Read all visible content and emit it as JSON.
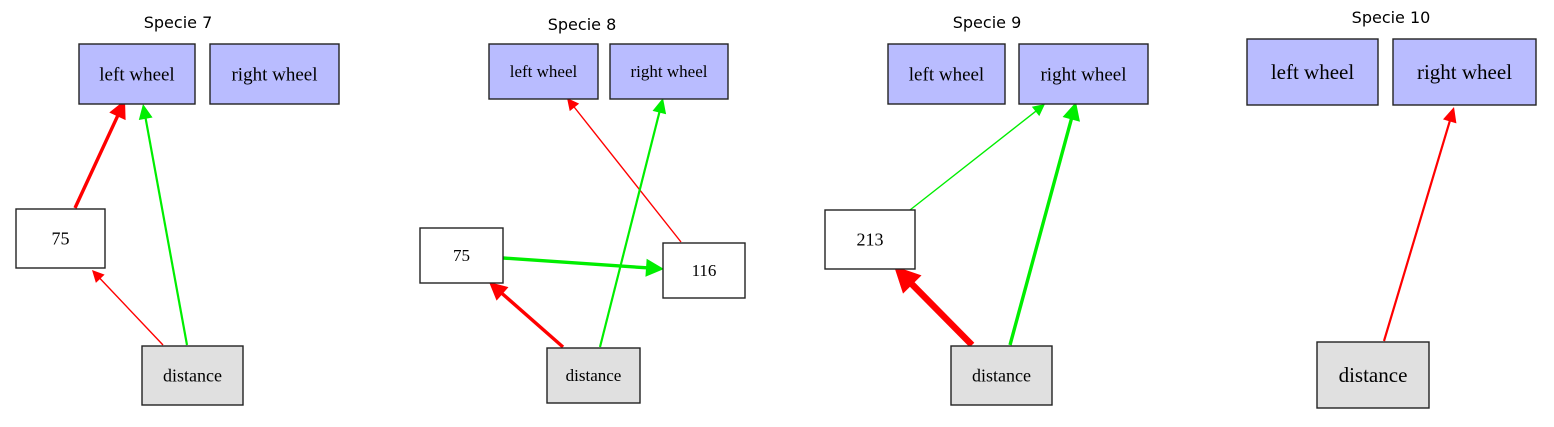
{
  "colors": {
    "output_fill": "#b9bcff",
    "input_fill": "#e0e0e0",
    "hidden_fill": "#ffffff",
    "positive_edge": "#00ee00",
    "negative_edge": "#ff0000"
  },
  "diagrams": [
    {
      "title": "Specie 7",
      "nodes": [
        {
          "id": "lw",
          "label": "left wheel",
          "kind": "output"
        },
        {
          "id": "rw",
          "label": "right wheel",
          "kind": "output"
        },
        {
          "id": "h75",
          "label": "75",
          "kind": "hidden"
        },
        {
          "id": "d",
          "label": "distance",
          "kind": "input"
        }
      ],
      "edges": [
        {
          "from": "h75",
          "to": "lw",
          "sign": "negative",
          "weight": "strong"
        },
        {
          "from": "d",
          "to": "lw",
          "sign": "positive",
          "weight": "medium"
        },
        {
          "from": "d",
          "to": "h75",
          "sign": "negative",
          "weight": "weak"
        }
      ]
    },
    {
      "title": "Specie 8",
      "nodes": [
        {
          "id": "lw",
          "label": "left wheel",
          "kind": "output"
        },
        {
          "id": "rw",
          "label": "right wheel",
          "kind": "output"
        },
        {
          "id": "h75",
          "label": "75",
          "kind": "hidden"
        },
        {
          "id": "h116",
          "label": "116",
          "kind": "hidden"
        },
        {
          "id": "d",
          "label": "distance",
          "kind": "input"
        }
      ],
      "edges": [
        {
          "from": "h116",
          "to": "lw",
          "sign": "negative",
          "weight": "weak"
        },
        {
          "from": "d",
          "to": "rw",
          "sign": "positive",
          "weight": "medium"
        },
        {
          "from": "h75",
          "to": "h116",
          "sign": "positive",
          "weight": "strong"
        },
        {
          "from": "d",
          "to": "h75",
          "sign": "negative",
          "weight": "strong"
        }
      ]
    },
    {
      "title": "Specie 9",
      "nodes": [
        {
          "id": "lw",
          "label": "left wheel",
          "kind": "output"
        },
        {
          "id": "rw",
          "label": "right wheel",
          "kind": "output"
        },
        {
          "id": "h213",
          "label": "213",
          "kind": "hidden"
        },
        {
          "id": "d",
          "label": "distance",
          "kind": "input"
        }
      ],
      "edges": [
        {
          "from": "h213",
          "to": "rw",
          "sign": "positive",
          "weight": "weak"
        },
        {
          "from": "d",
          "to": "rw",
          "sign": "positive",
          "weight": "strong"
        },
        {
          "from": "d",
          "to": "h213",
          "sign": "negative",
          "weight": "heavy"
        }
      ]
    },
    {
      "title": "Specie 10",
      "nodes": [
        {
          "id": "lw",
          "label": "left wheel",
          "kind": "output"
        },
        {
          "id": "rw",
          "label": "right wheel",
          "kind": "output"
        },
        {
          "id": "d",
          "label": "distance",
          "kind": "input"
        }
      ],
      "edges": [
        {
          "from": "d",
          "to": "rw",
          "sign": "negative",
          "weight": "medium"
        }
      ]
    }
  ]
}
